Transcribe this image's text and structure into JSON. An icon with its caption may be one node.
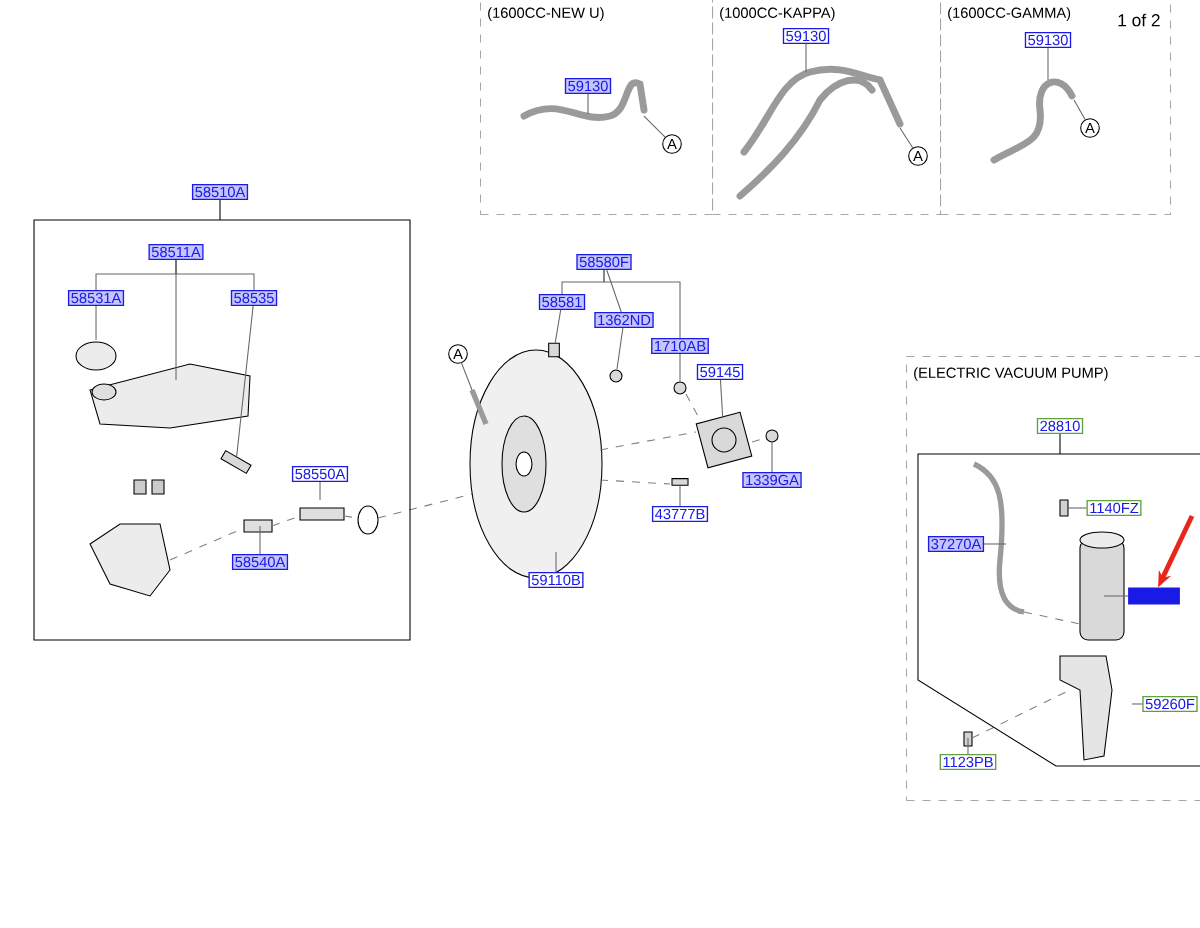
{
  "diagram": {
    "nodes": [
      {
        "text": [
          "(1600CC-NEW U)"
        ]
      },
      {
        "text": [
          "59130"
        ],
        "in": 0
      },
      {
        "text": [
          "A"
        ],
        "in": 0
      },
      {
        "text": [
          "(1000CC-KAPPA)"
        ]
      },
      {
        "text": [
          "59130"
        ],
        "in": 3
      },
      {
        "text": [
          "A"
        ],
        "in": 3
      },
      {
        "text": [
          "(1600CC-GAMMA)"
        ]
      },
      {
        "text": [
          "59130"
        ],
        "in": 6
      },
      {
        "text": [
          "A"
        ],
        "in": 6
      },
      {
        "text": [
          "58510A"
        ]
      },
      {
        "text": [
          "58511A"
        ],
        "in": 9
      },
      {
        "text": [
          "58531A"
        ],
        "in": 9
      },
      {
        "text": [
          "58535"
        ],
        "in": 9
      },
      {
        "text": [
          "58550A"
        ],
        "in": 9
      },
      {
        "text": [
          "58540A"
        ],
        "in": 9
      },
      {
        "text": [
          "58580F"
        ]
      },
      {
        "text": [
          "58581"
        ]
      },
      {
        "text": [
          "1362ND"
        ]
      },
      {
        "text": [
          "1710AB"
        ]
      },
      {
        "text": [
          "A"
        ]
      },
      {
        "text": [
          "59145"
        ]
      },
      {
        "text": [
          "1339GA"
        ]
      },
      {
        "text": [
          "43777B"
        ]
      },
      {
        "text": [
          "59110B"
        ]
      },
      {
        "text": [
          "(ELECTRIC VACUUM PUMP)"
        ]
      },
      {
        "text": [
          "28810"
        ],
        "in": 24
      },
      {
        "text": [
          "1140FZ"
        ],
        "in": 25
      },
      {
        "text": [
          "37270A"
        ],
        "in": 25
      },
      {
        "text": [],
        "shape": "box",
        "in": 25
      },
      {
        "text": [
          "59260F"
        ],
        "in": 25
      },
      {
        "text": [
          "1123PB"
        ],
        "in": 24
      },
      {
        "text": [],
        "shape": "picture",
        "in": 9
      },
      {
        "text": [],
        "shape": "box"
      },
      {
        "text": [],
        "shape": "circle"
      },
      {
        "text": [],
        "shape": "circle"
      },
      {
        "text": [],
        "shape": "picture"
      },
      {
        "text": [],
        "shape": "circle"
      },
      {
        "text": [],
        "shape": "box"
      }
    ],
    "edges": [
      {
        "from": 1,
        "to": null,
        "arrow": "none"
      },
      {
        "from": 2,
        "to": null,
        "arrow": "none"
      },
      {
        "from": 4,
        "to": null,
        "arrow": "none"
      },
      {
        "from": 5,
        "to": null,
        "arrow": "none"
      },
      {
        "from": 7,
        "to": null,
        "arrow": "none"
      },
      {
        "from": 8,
        "to": null,
        "arrow": "none"
      },
      {
        "from": 10,
        "to": 11,
        "arrow": "none"
      },
      {
        "from": 10,
        "to": 12,
        "arrow": "none"
      },
      {
        "from": 10,
        "to": null,
        "arrow": "none"
      },
      {
        "from": 11,
        "to": null,
        "arrow": "none"
      },
      {
        "from": 12,
        "to": 31,
        "arrow": "none"
      },
      {
        "from": 13,
        "to": null,
        "arrow": "none"
      },
      {
        "from": 14,
        "to": null,
        "arrow": "none"
      },
      {
        "from": 15,
        "to": 16,
        "arrow": "none"
      },
      {
        "from": 15,
        "to": 17,
        "arrow": "none"
      },
      {
        "from": 15,
        "to": 18,
        "arrow": "none"
      },
      {
        "from": 16,
        "to": 32,
        "arrow": "none"
      },
      {
        "from": 17,
        "to": 33,
        "arrow": "none"
      },
      {
        "from": 18,
        "to": 34,
        "arrow": "none"
      },
      {
        "from": 19,
        "to": null,
        "arrow": "none"
      },
      {
        "from": 20,
        "to": 35,
        "arrow": "none"
      },
      {
        "from": 21,
        "to": 36,
        "arrow": "none"
      },
      {
        "from": 22,
        "to": 37,
        "arrow": "none"
      },
      {
        "from": 23,
        "to": null,
        "arrow": "none"
      },
      {
        "from": 26,
        "to": null,
        "arrow": "none"
      },
      {
        "from": 27,
        "to": null,
        "arrow": "none"
      },
      {
        "from": 28,
        "to": null,
        "arrow": "none"
      },
      {
        "from": null,
        "to": 28,
        "arrow": "to",
        "style": "thick",
        "color": "#e8261c"
      },
      {
        "from": 29,
        "to": null,
        "arrow": "none"
      },
      {
        "from": 30,
        "to": null,
        "arrow": "none"
      }
    ],
    "labels": [
      "1 of 2"
    ]
  }
}
